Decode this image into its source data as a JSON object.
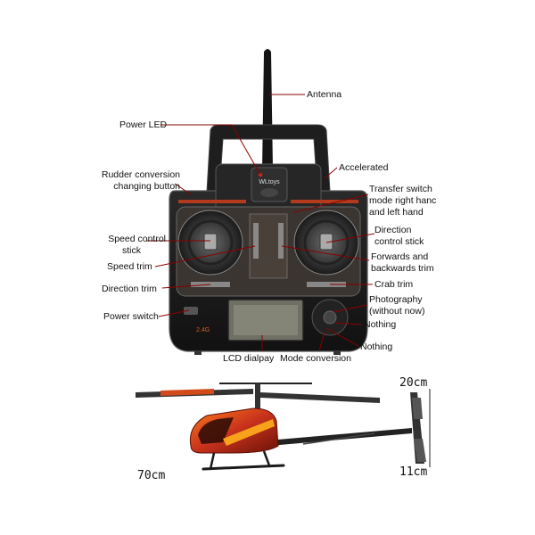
{
  "labels": {
    "antenna": "Antenna",
    "power_led": "Power LED",
    "accelerated": "Accelerated",
    "rudder_conversion_1": "Rudder conversion",
    "rudder_conversion_2": "changing button",
    "transfer_switch_1": "Transfer switch",
    "transfer_switch_2": "mode right hanc",
    "transfer_switch_3": "and left hand",
    "speed_control_1": "Speed control",
    "speed_control_2": "stick",
    "direction_control_1": "Direction",
    "direction_control_2": "control stick",
    "speed_trim": "Speed trim",
    "forwards_backwards_1": "Forwards and",
    "forwards_backwards_2": "backwards trim",
    "direction_trim": "Direction trim",
    "crab_trim": "Crab trim",
    "photography_1": "Photography",
    "photography_2": "(without now)",
    "power_switch": "Power switch",
    "nothing_1": "Nothing",
    "nothing_2": "Nothing",
    "lcd_display": "LCD dialpay",
    "mode_conversion": "Mode conversion"
  },
  "dimensions": {
    "length": "70cm",
    "height": "20cm",
    "width": "11cm"
  },
  "device_text": {
    "brand": "WLtoys",
    "band": "2.4G"
  },
  "colors": {
    "transmitter_body": "#1c1c1c",
    "transmitter_frame": "#2b2b2b",
    "heli_body": "#c8321c",
    "heli_accent": "#ff6a1a",
    "leader_line": "#8b0000"
  }
}
